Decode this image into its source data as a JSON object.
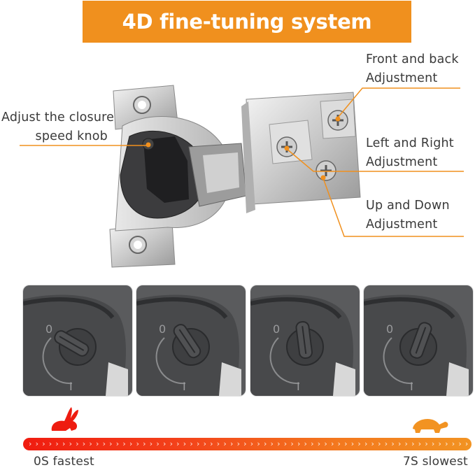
{
  "banner": {
    "title": "4D fine-tuning system"
  },
  "callouts": {
    "closure": {
      "line1": "Adjust the closure",
      "line2": "speed knob"
    },
    "front_back": {
      "line1": "Front and back",
      "line2": "Adjustment"
    },
    "left_right": {
      "line1": "Left and Right",
      "line2": "Adjustment"
    },
    "up_down": {
      "line1": "Up and Down",
      "line2": "Adjustment"
    }
  },
  "speed_scale": {
    "min_label": "0S fastest",
    "max_label": "7S slowest",
    "chevrons": "››››››››››››››››››››››››››››››››››››››››››››››››››››››››››››››››››"
  },
  "knob_panels": [
    {
      "mark_top": "0",
      "mark_bottom": "I",
      "level": 0
    },
    {
      "mark_top": "0",
      "mark_bottom": "I",
      "level": 0.33
    },
    {
      "mark_top": "0",
      "mark_bottom": "I",
      "level": 0.66
    },
    {
      "mark_top": "0",
      "mark_bottom": "I",
      "level": 1
    }
  ],
  "colors": {
    "accent": "#f0901e",
    "rabbit": "#ee1c10",
    "turtle": "#f29322"
  },
  "icons": [
    "rabbit-icon",
    "turtle-icon",
    "adjustment-screw-icon"
  ]
}
